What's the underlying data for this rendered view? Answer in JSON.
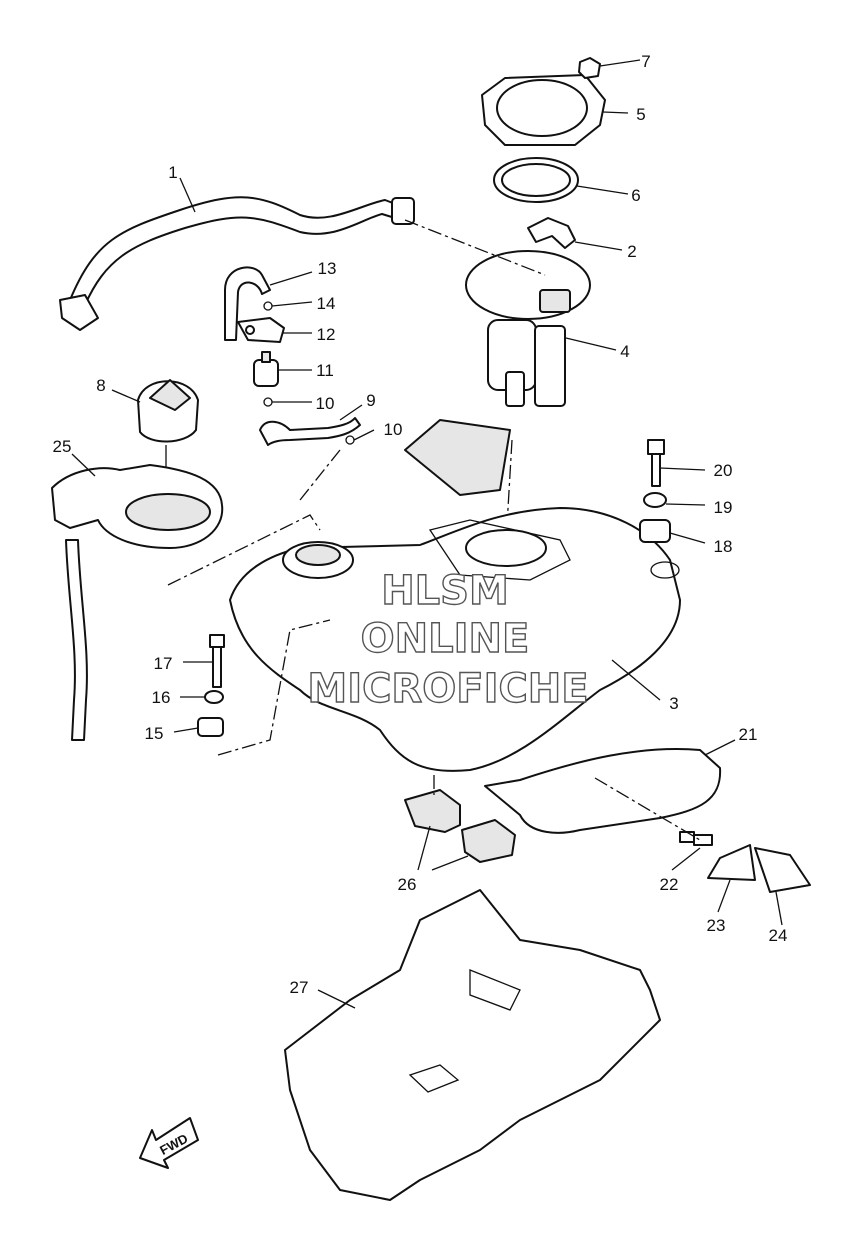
{
  "callouts": {
    "p1": "1",
    "p2": "2",
    "p3": "3",
    "p4": "4",
    "p5": "5",
    "p6": "6",
    "p7": "7",
    "p8": "8",
    "p9": "9",
    "p10a": "10",
    "p10b": "10",
    "p11": "11",
    "p12": "12",
    "p13": "13",
    "p14": "14",
    "p15": "15",
    "p16": "16",
    "p17": "17",
    "p18": "18",
    "p19": "19",
    "p20": "20",
    "p21": "21",
    "p22": "22",
    "p23": "23",
    "p24": "24",
    "p25": "25",
    "p26": "26",
    "p27": "27"
  },
  "watermark": {
    "line1": "HLSM",
    "line2": "ONLINE",
    "line3": "MICROFICHE"
  },
  "fwd_label": "FWD"
}
